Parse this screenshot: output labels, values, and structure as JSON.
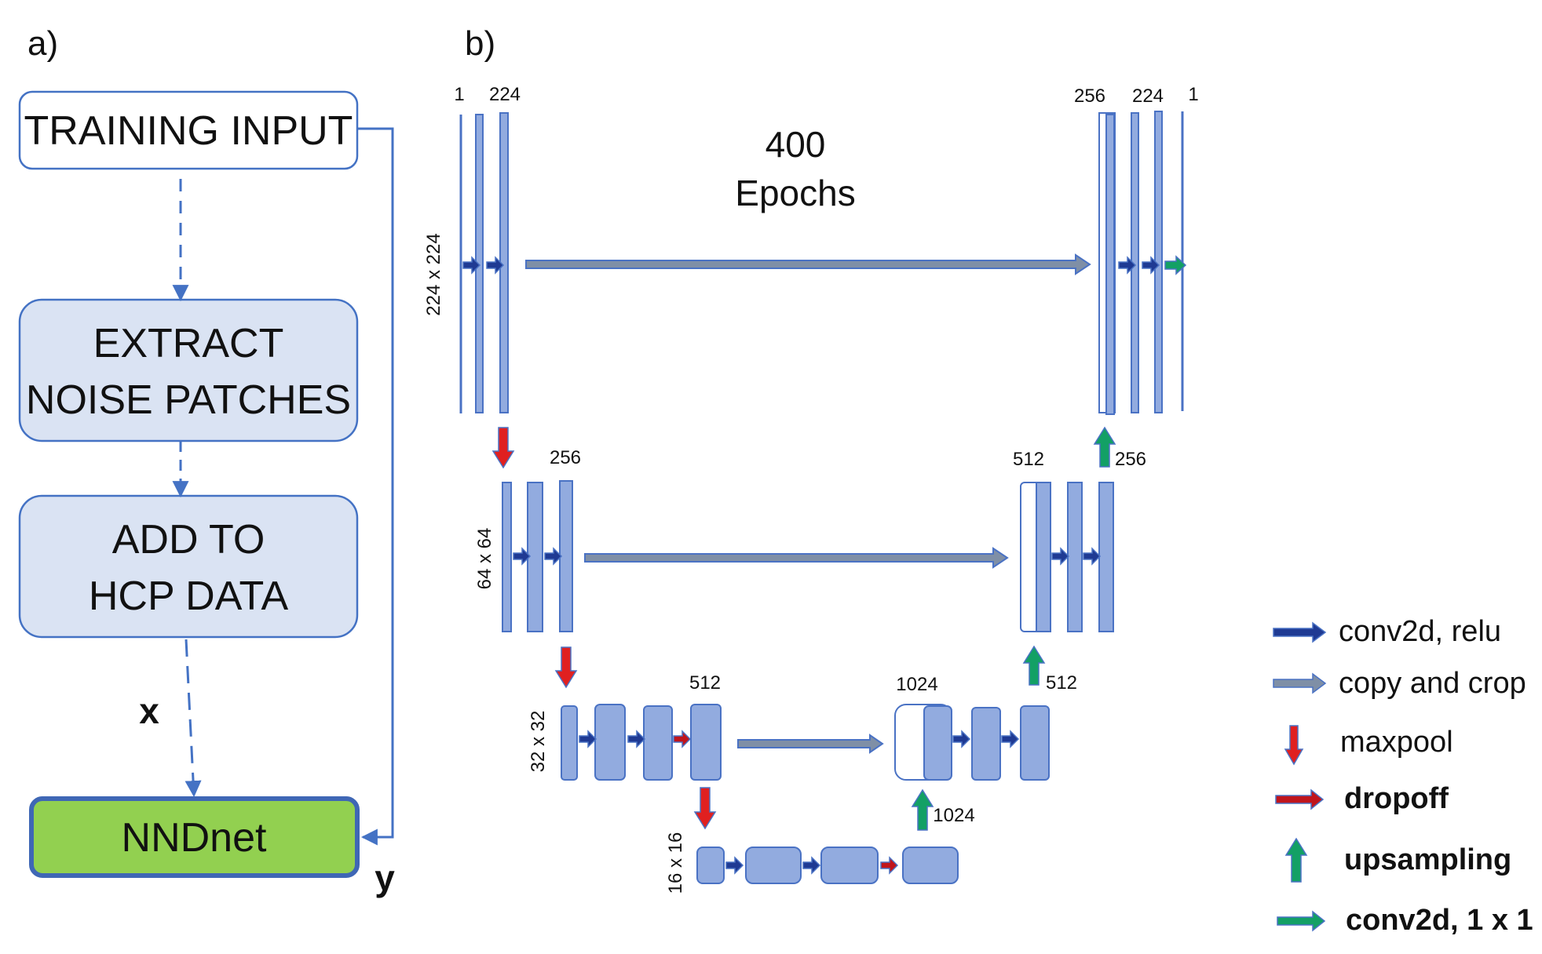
{
  "panels": {
    "a": "a)",
    "b": "b)"
  },
  "flow": {
    "training_input": "TRAINING INPUT",
    "extract": [
      "EXTRACT",
      "NOISE PATCHES"
    ],
    "add": [
      "ADD TO",
      "HCP DATA"
    ],
    "nndnet": "NNDnet",
    "x_label": "x",
    "y_label": "y"
  },
  "unet": {
    "epochs_value": "400",
    "epochs_label": "Epochs",
    "level_sizes": [
      "224 x 224",
      "64 x 64",
      "32 x 32",
      "16 x 16"
    ],
    "channel_labels": {
      "enc1_in": "1",
      "enc1_out": "224",
      "dec1_a": "256",
      "dec1_b": "224",
      "dec1_out": "1",
      "enc2": "256",
      "dec2": "512",
      "up2": "256",
      "enc3": "512",
      "dec3": "1024",
      "up3": "512",
      "up4": "1024"
    }
  },
  "legend": [
    {
      "label": "conv2d, relu",
      "symbol": "arrow-right",
      "color": "#1f3a93"
    },
    {
      "label": "copy and crop",
      "symbol": "arrow-right",
      "color": "#7f8fa6"
    },
    {
      "label": "maxpool",
      "symbol": "arrow-down",
      "color": "#e02020"
    },
    {
      "label": "dropoff",
      "symbol": "arrow-right",
      "color": "#c0151c"
    },
    {
      "label": "upsampling",
      "symbol": "arrow-up",
      "color": "#13a065"
    },
    {
      "label": "conv2d, 1 x 1",
      "symbol": "arrow-right",
      "color": "#13a065"
    }
  ],
  "colors": {
    "block_fill": "#92abdf",
    "block_stroke": "#4a72c4",
    "flow_box_fill": "#dae3f3",
    "nndnet_fill": "#92d050",
    "line": "#4472c4"
  }
}
